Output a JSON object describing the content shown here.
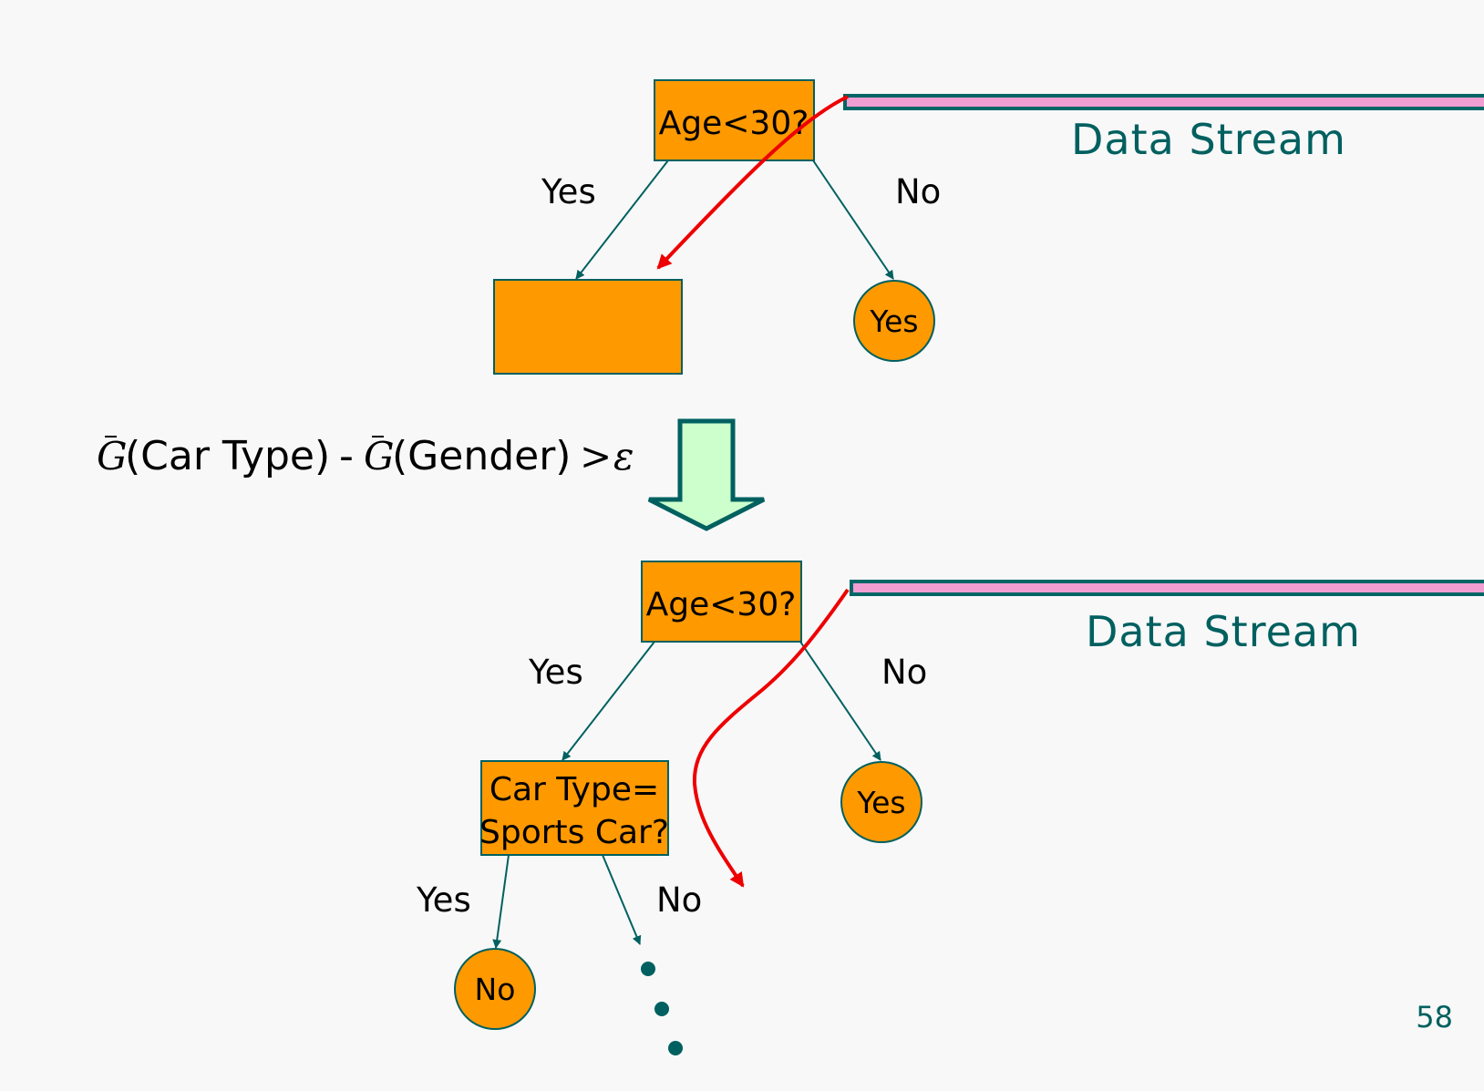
{
  "top_tree": {
    "root_label": "Age<30?",
    "yes_label": "Yes",
    "no_label": "No",
    "leaf_yes_label": "Yes",
    "stream_label": "Data Stream"
  },
  "formula": {
    "g_symbol": "G",
    "term1": "(Car Type)",
    "minus": "-",
    "term2": "(Gender)",
    "gt": ">",
    "epsilon": "ε"
  },
  "bottom_tree": {
    "root_label": "Age<30?",
    "yes_label": "Yes",
    "no_label": "No",
    "leaf_yes_label": "Yes",
    "split_label_line1": "Car Type=",
    "split_label_line2": "Sports Car?",
    "split_yes_label": "Yes",
    "split_no_label": "No",
    "leaf_no_label": "No",
    "stream_label": "Data Stream"
  },
  "page_number": "58",
  "colors": {
    "node_fill": "#ff9900",
    "node_stroke": "#006060",
    "edge": "#006060",
    "stream_outline": "#006666",
    "stream_fill": "#f19ed2",
    "flow_arrow": "#ee0000",
    "down_arrow_fill": "#ccffcc",
    "stream_text": "#006060"
  }
}
